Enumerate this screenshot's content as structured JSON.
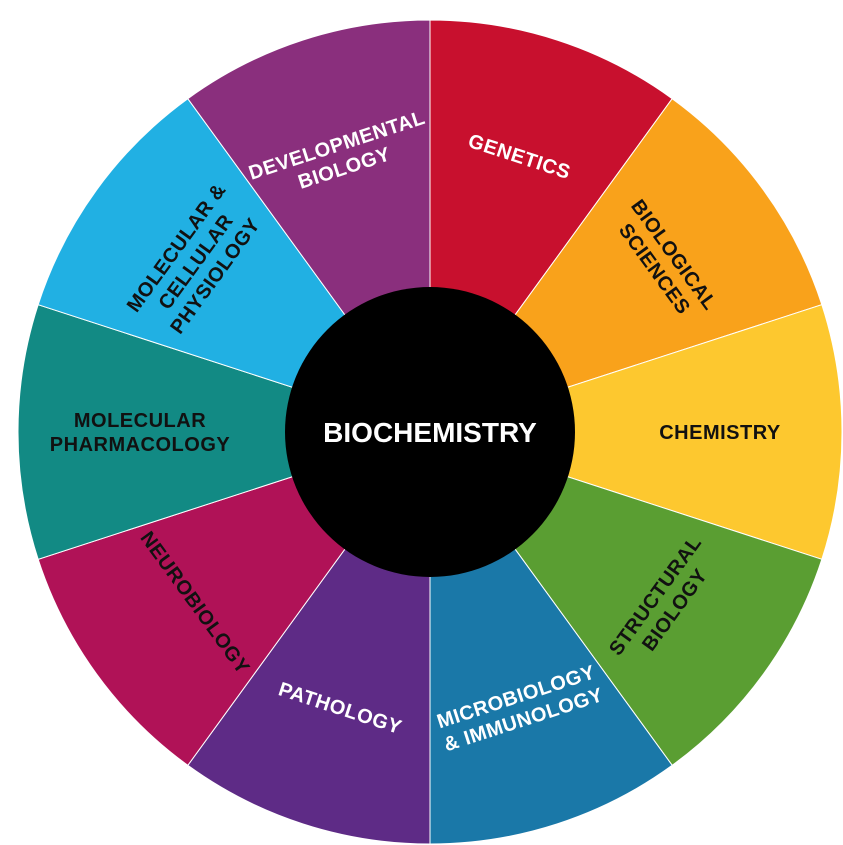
{
  "hub": {
    "label": "BIOCHEMISTRY",
    "fill": "#000000",
    "text_color": "#ffffff"
  },
  "segments": [
    {
      "id": "genetics",
      "lines": [
        "GENETICS"
      ],
      "fill": "#c8102e",
      "text_color": "#ffffff"
    },
    {
      "id": "biological-sciences",
      "lines": [
        "BIOLOGICAL",
        "SCIENCES"
      ],
      "fill": "#f9a21b",
      "text_color": "#111111"
    },
    {
      "id": "chemistry",
      "lines": [
        "CHEMISTRY"
      ],
      "fill": "#fdc82f",
      "text_color": "#111111"
    },
    {
      "id": "structural-biology",
      "lines": [
        "STRUCTURAL",
        "BIOLOGY"
      ],
      "fill": "#5a9e32",
      "text_color": "#111111"
    },
    {
      "id": "microbiology-immunology",
      "lines": [
        "MICROBIOLOGY",
        "& IMMUNOLOGY"
      ],
      "fill": "#1a78a8",
      "text_color": "#ffffff"
    },
    {
      "id": "pathology",
      "lines": [
        "PATHOLOGY"
      ],
      "fill": "#5e2b86",
      "text_color": "#ffffff"
    },
    {
      "id": "neurobiology",
      "lines": [
        "NEUROBIOLOGY"
      ],
      "fill": "#b01257",
      "text_color": "#111111"
    },
    {
      "id": "molecular-pharmacology",
      "lines": [
        "MOLECULAR",
        "PHARMACOLOGY"
      ],
      "fill": "#128a84",
      "text_color": "#111111"
    },
    {
      "id": "molecular-cellular-physiology",
      "lines": [
        "MOLECULAR &",
        "CELLULAR",
        "PHYSIOLOGY"
      ],
      "fill": "#21b0e3",
      "text_color": "#111111"
    },
    {
      "id": "developmental-biology",
      "lines": [
        "DEVELOPMENTAL",
        "BIOLOGY"
      ],
      "fill": "#8a2f7d",
      "text_color": "#ffffff"
    }
  ]
}
